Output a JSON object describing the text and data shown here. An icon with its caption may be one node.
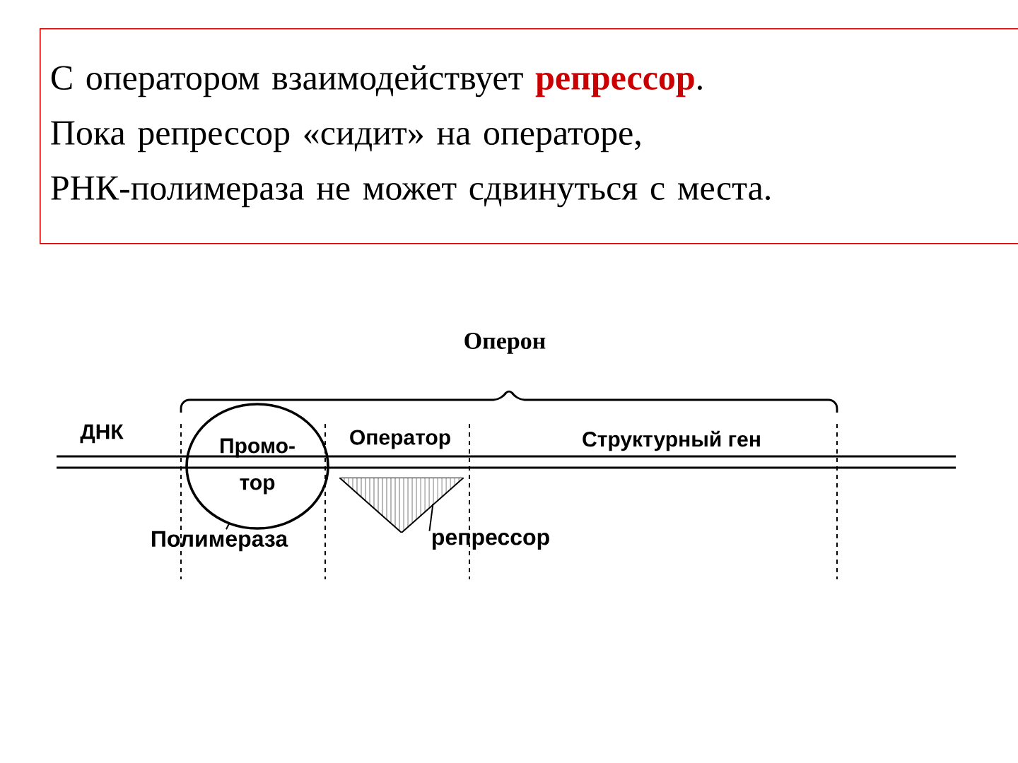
{
  "diagram": {
    "nodes": [
      {
        "text": [
          "С оператором взаимодействует **репрессор**.",
          "Пока репрессор «сидит» на операторе,",
          "РНК-полимераза не может сдвинуться с места."
        ]
      },
      {
        "text": [
          "Промо- тор"
        ]
      },
      {
        "text": [],
        "shape": "triangle"
      },
      {
        "text": [
          "Полимераза"
        ]
      },
      {
        "text": [
          "репрессор"
        ]
      }
    ],
    "edges": [
      {
        "from": 3,
        "to": 1,
        "arrow": "none"
      },
      {
        "from": 4,
        "to": 2,
        "arrow": "none"
      }
    ],
    "labels": [
      "Оперон",
      "ДНК",
      "Оператор",
      "Структурный ген"
    ]
  }
}
